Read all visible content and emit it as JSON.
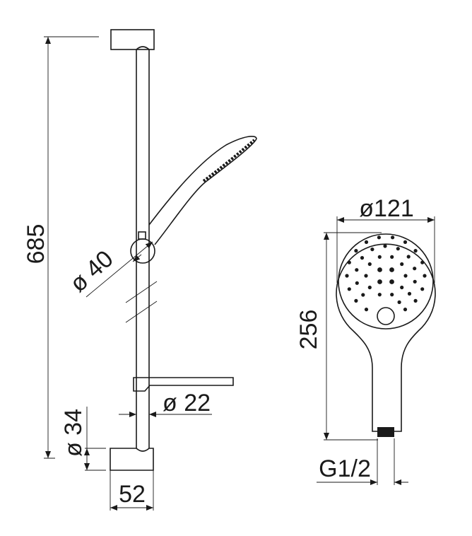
{
  "drawing": {
    "left_view": {
      "total_height": "685",
      "holder_diameter": "ø 40",
      "rail_diameter": "ø 22",
      "bracket_diameter": "ø 34",
      "bracket_width": "52"
    },
    "right_view": {
      "head_diameter": "ø121",
      "hand_shower_length": "256",
      "connection_thread": "G1/2"
    }
  }
}
